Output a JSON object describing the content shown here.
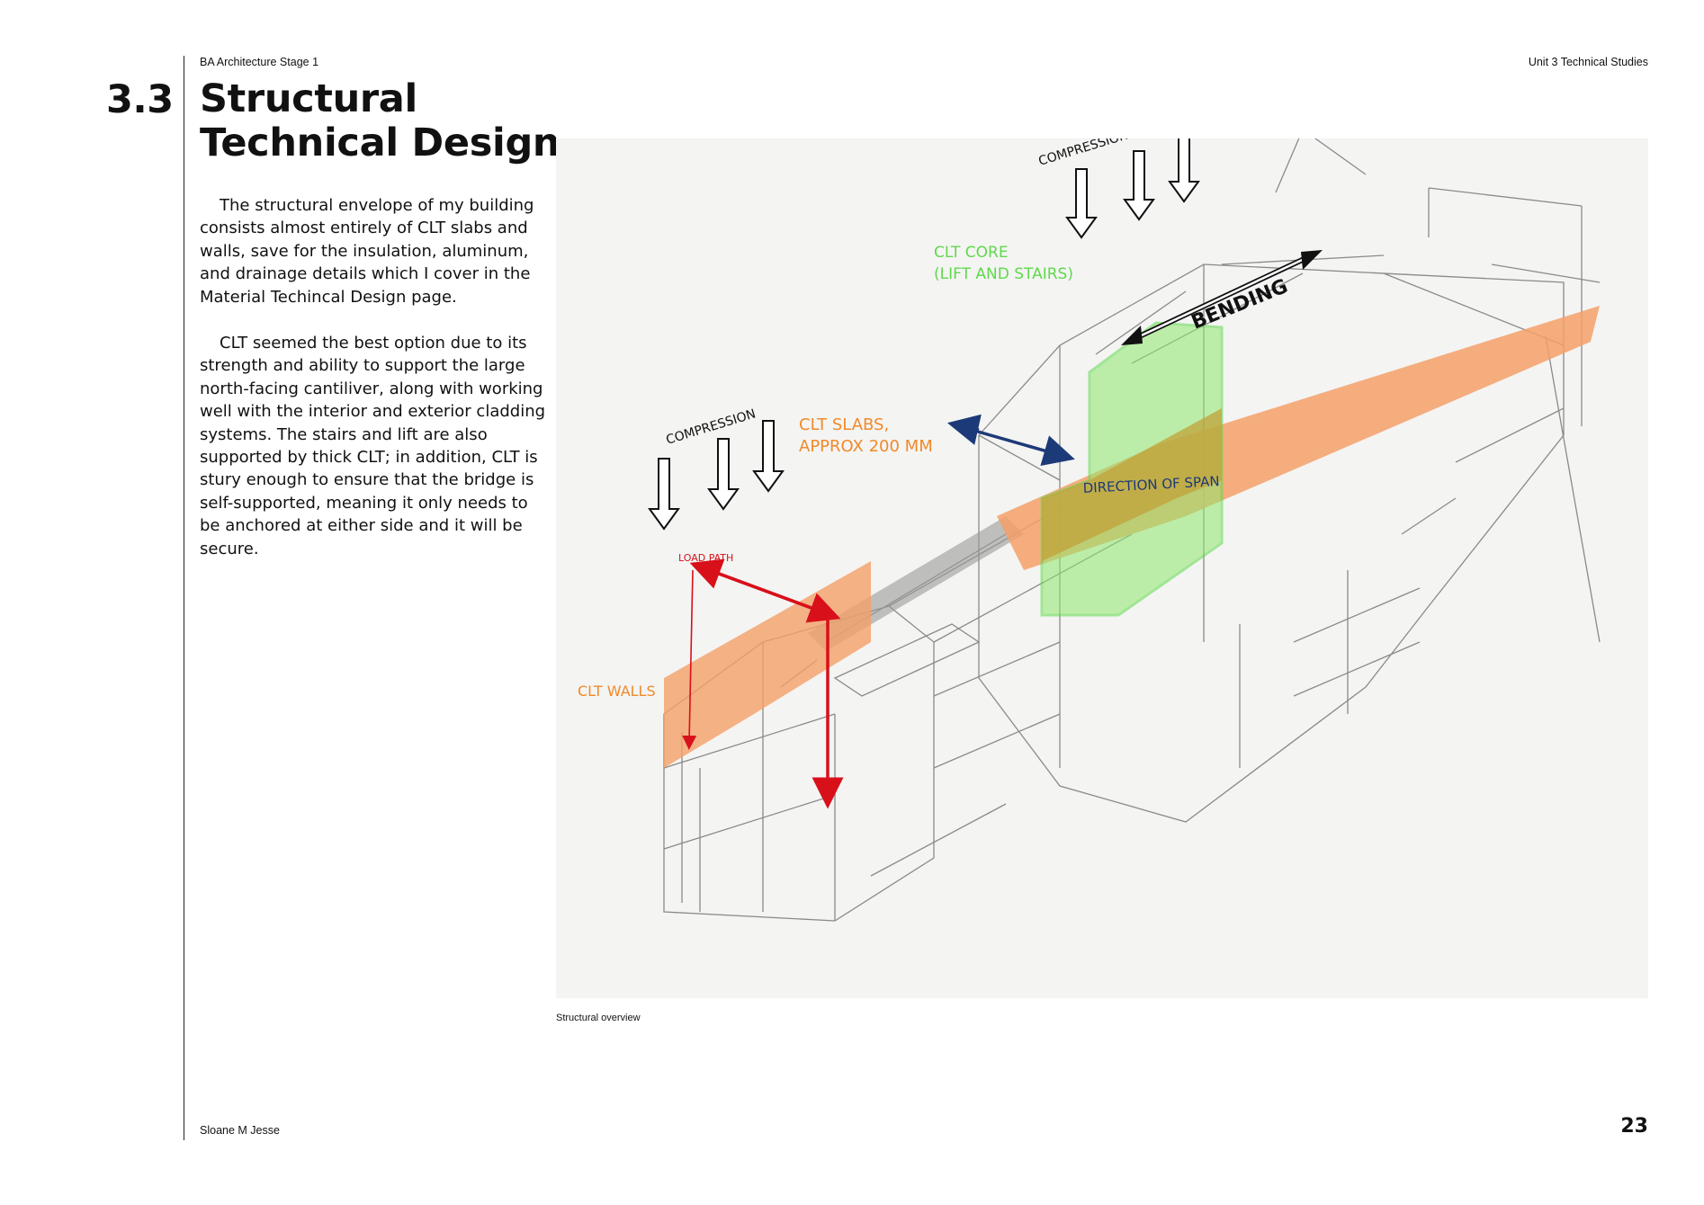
{
  "header": {
    "course": "BA Architecture Stage 1",
    "unit": "Unit 3 Technical Studies"
  },
  "section": {
    "number": "3.3",
    "title_line1": "Structural",
    "title_line2": "Technical Design"
  },
  "body": {
    "paragraph1": "The structural envelope of my building consists almost entirely of CLT slabs and walls, save for the insulation, aluminum, and drainage details which I cover in the Material Techincal Design page.",
    "paragraph2": "CLT seemed the best option due to its strength and ability to support the large north-facing cantiliver, along with working well with the interior and exterior cladding systems. The stairs and lift are also supported by thick CLT; in addition, CLT is stury enough to ensure that the bridge is self-supported, meaning it only needs to be anchored at either side and it will be secure."
  },
  "figure": {
    "caption": "Structural overview",
    "labels": {
      "compression_top": "COMPRESSION",
      "compression_left": "COMPRESSION",
      "clt_core_line1": "CLT CORE",
      "clt_core_line2": "(LIFT AND STAIRS)",
      "bending": "BENDING",
      "clt_slabs_line1": "CLT SLABS,",
      "clt_slabs_line2": "APPROX 200 MM",
      "direction_of_span": "DIRECTION OF SPAN",
      "load_path": "LOAD PATH",
      "clt_walls": "CLT WALLS"
    },
    "colors": {
      "orange": "#f4a068",
      "orange_text": "#f08a2a",
      "green": "#8fe86c",
      "green_text": "#5fd94a",
      "red": "#d8101a",
      "navy": "#1d3a78"
    }
  },
  "footer": {
    "author": "Sloane M Jesse",
    "page_number": "23"
  }
}
